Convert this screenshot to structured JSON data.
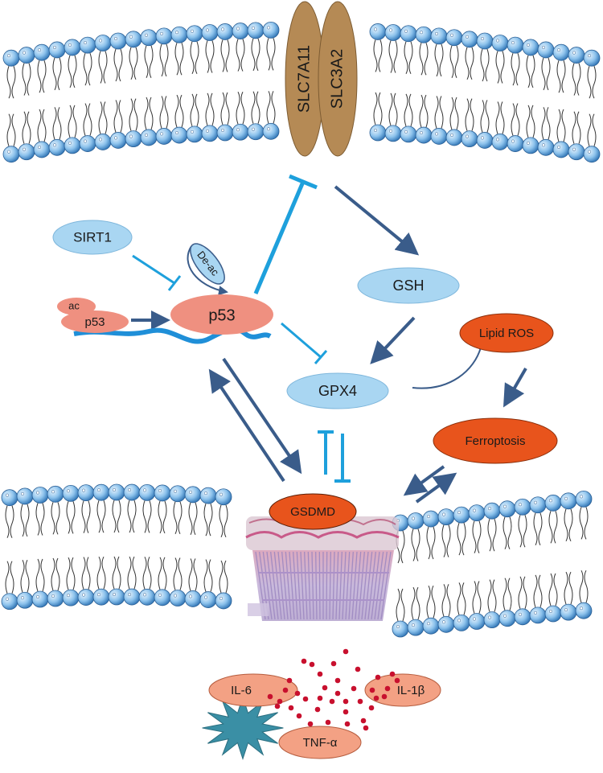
{
  "transporters": {
    "slc7a11": "SLC7A11",
    "slc3a2": "SLC3A2"
  },
  "nodes": {
    "sirt1": "SIRT1",
    "de_ac": "De-ac",
    "ac": "ac",
    "p53_acetylated": "p53",
    "p53": "p53",
    "gsh": "GSH",
    "gpx4": "GPX4",
    "lipid_ros": "Lipid ROS",
    "ferroptosis": "Ferroptosis",
    "gsdmd": "GSDMD"
  },
  "cytokines": {
    "il6": "IL-6",
    "il1b": "IL-1β",
    "tnfa": "TNF-α"
  },
  "colors": {
    "light_blue_node": "#a9d6f2",
    "salmon_node": "#ef9080",
    "orange_node": "#e8541c",
    "transporter": "#b58a55",
    "dark_arrow": "#3a5c8a",
    "light_arrow": "#1ea0dc",
    "lipid_head": "#3f86c6",
    "cytokine_fill": "#f3a184",
    "dot_red": "#c8102e",
    "star": "#3a8fa5"
  }
}
